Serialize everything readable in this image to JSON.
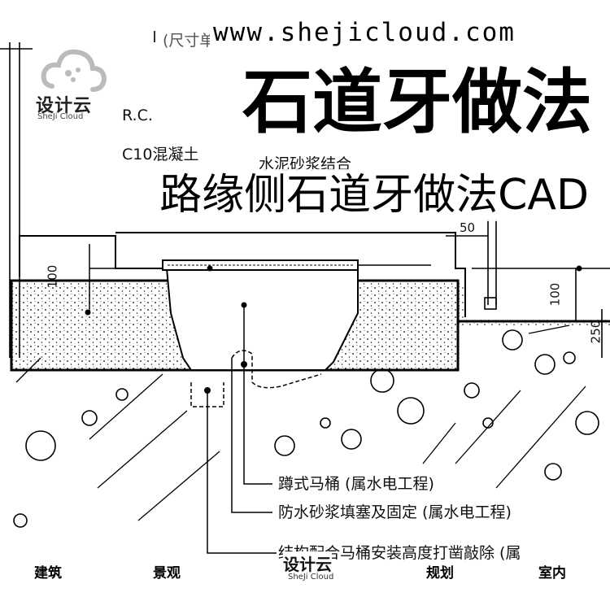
{
  "watermark_url": "www.shejicloud.com",
  "logo": {
    "name_cn": "设计云",
    "name_en": "SheJi Cloud"
  },
  "title": "石道牙做法",
  "subtitle": "路缘侧石道牙做法CAD",
  "drawing_text": {
    "dims_note": "(尺寸单位:毫米)",
    "rc_label": "R.C.",
    "c10_label": "C10混凝土",
    "mortar_label": "水泥砂浆结合",
    "dim_100_left": "100",
    "dim_50": "50",
    "dim_100_right": "100",
    "dim_250": "250"
  },
  "callouts": [
    "蹲式马桶  (属水电工程)",
    "防水砂浆填塞及固定  (属水电工程)",
    "结构配合马桶安装高度打凿敲除  (属"
  ],
  "footer": {
    "items": [
      "建筑",
      "景观",
      "规划",
      "室内"
    ],
    "logo_cn": "设计云",
    "logo_en": "SheJi Cloud"
  }
}
